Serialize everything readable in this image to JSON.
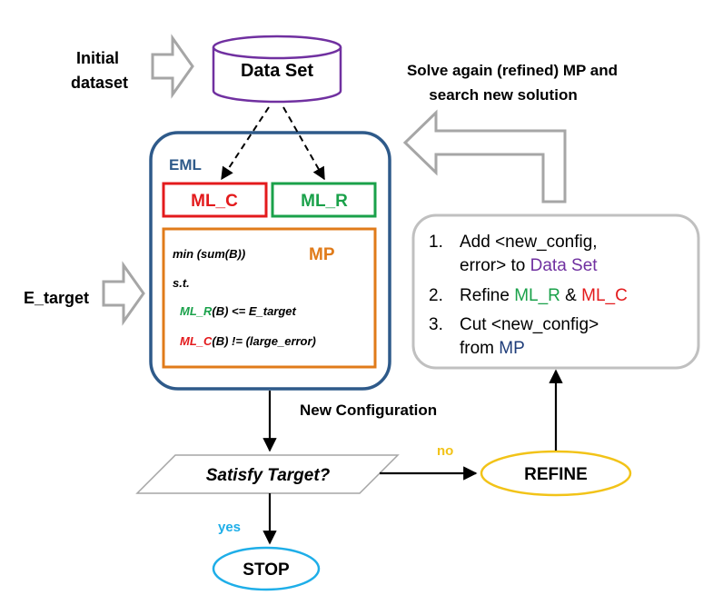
{
  "colors": {
    "dataset": "#7030a0",
    "eml_border": "#2e5a8a",
    "eml_text": "#2e5a8a",
    "ml_c": "#e31a1c",
    "ml_r": "#1aa14a",
    "mp": "#e07b1a",
    "refine_border": "#f2c318",
    "stop_border": "#1eaee8",
    "yes": "#1eaee8",
    "no": "#f2c318",
    "step_box": "#c0c0c0",
    "hollow_arrow": "#a6a6a6",
    "mp_blue": "#1f3d7a",
    "text": "#000000"
  },
  "labels": {
    "initial_dataset_1": "Initial",
    "initial_dataset_2": "dataset",
    "data_set": "Data Set",
    "solve_again_1": "Solve again (refined) MP and",
    "solve_again_2": "search new solution",
    "eml": "EML",
    "ml_c": "ML_C",
    "ml_r": "ML_R",
    "mp_title": "MP",
    "e_target": "E_target",
    "new_configuration": "New Configuration",
    "satisfy_target": "Satisfy Target?",
    "no": "no",
    "yes": "yes",
    "refine": "REFINE",
    "stop": "STOP"
  },
  "mp": {
    "line1": "min (sum(B))",
    "line2": "s.t.",
    "line3_ml": "ML_R",
    "line3_rest": "(B) <= E_target",
    "line4_ml": "ML_C",
    "line4_rest": "(B) != (large_error)"
  },
  "steps": {
    "n1": "1.",
    "s1_a": "Add <new_config,",
    "s1_b": "error> to ",
    "s1_c": "Data Set",
    "n2": "2.",
    "s2_a": "Refine ",
    "s2_b": "ML_R",
    "s2_c": " & ",
    "s2_d": "ML_C",
    "n3": "3.",
    "s3_a": "Cut <new_config>",
    "s3_b": "from ",
    "s3_c": "MP"
  }
}
